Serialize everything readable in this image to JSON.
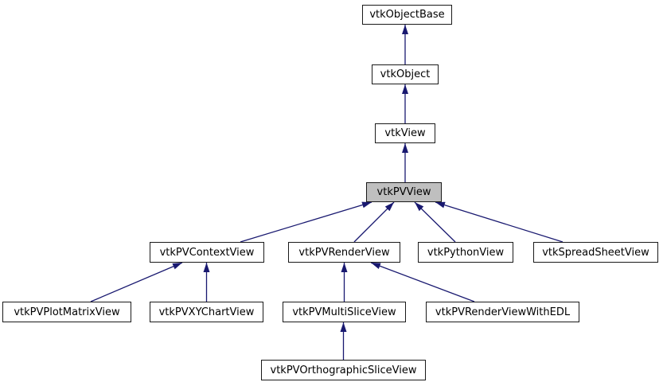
{
  "diagram": {
    "kind": "class-inheritance-graph",
    "focus_class": "vtkPVView",
    "colors": {
      "background": "#ffffff",
      "node_fill": "#ffffff",
      "node_border": "#1a1a1a",
      "highlight_fill": "#bfbfbf",
      "edge": "#191970",
      "text": "#000000"
    },
    "nodes": [
      {
        "id": "vtkObjectBase",
        "label": "vtkObjectBase",
        "highlighted": false
      },
      {
        "id": "vtkObject",
        "label": "vtkObject",
        "highlighted": false
      },
      {
        "id": "vtkView",
        "label": "vtkView",
        "highlighted": false
      },
      {
        "id": "vtkPVView",
        "label": "vtkPVView",
        "highlighted": true
      },
      {
        "id": "vtkPVContextView",
        "label": "vtkPVContextView",
        "highlighted": false
      },
      {
        "id": "vtkPVRenderView",
        "label": "vtkPVRenderView",
        "highlighted": false
      },
      {
        "id": "vtkPythonView",
        "label": "vtkPythonView",
        "highlighted": false
      },
      {
        "id": "vtkSpreadSheetView",
        "label": "vtkSpreadSheetView",
        "highlighted": false
      },
      {
        "id": "vtkPVPlotMatrixView",
        "label": "vtkPVPlotMatrixView",
        "highlighted": false
      },
      {
        "id": "vtkPVXYChartView",
        "label": "vtkPVXYChartView",
        "highlighted": false
      },
      {
        "id": "vtkPVMultiSliceView",
        "label": "vtkPVMultiSliceView",
        "highlighted": false
      },
      {
        "id": "vtkPVRenderViewWithEDL",
        "label": "vtkPVRenderViewWithEDL",
        "highlighted": false
      },
      {
        "id": "vtkPVOrthographicSliceView",
        "label": "vtkPVOrthographicSliceView",
        "highlighted": false
      }
    ],
    "edges": [
      {
        "from": "vtkObject",
        "to": "vtkObjectBase"
      },
      {
        "from": "vtkView",
        "to": "vtkObject"
      },
      {
        "from": "vtkPVView",
        "to": "vtkView"
      },
      {
        "from": "vtkPVContextView",
        "to": "vtkPVView"
      },
      {
        "from": "vtkPVRenderView",
        "to": "vtkPVView"
      },
      {
        "from": "vtkPythonView",
        "to": "vtkPVView"
      },
      {
        "from": "vtkSpreadSheetView",
        "to": "vtkPVView"
      },
      {
        "from": "vtkPVPlotMatrixView",
        "to": "vtkPVContextView"
      },
      {
        "from": "vtkPVXYChartView",
        "to": "vtkPVContextView"
      },
      {
        "from": "vtkPVMultiSliceView",
        "to": "vtkPVRenderView"
      },
      {
        "from": "vtkPVRenderViewWithEDL",
        "to": "vtkPVRenderView"
      },
      {
        "from": "vtkPVOrthographicSliceView",
        "to": "vtkPVMultiSliceView"
      }
    ]
  }
}
